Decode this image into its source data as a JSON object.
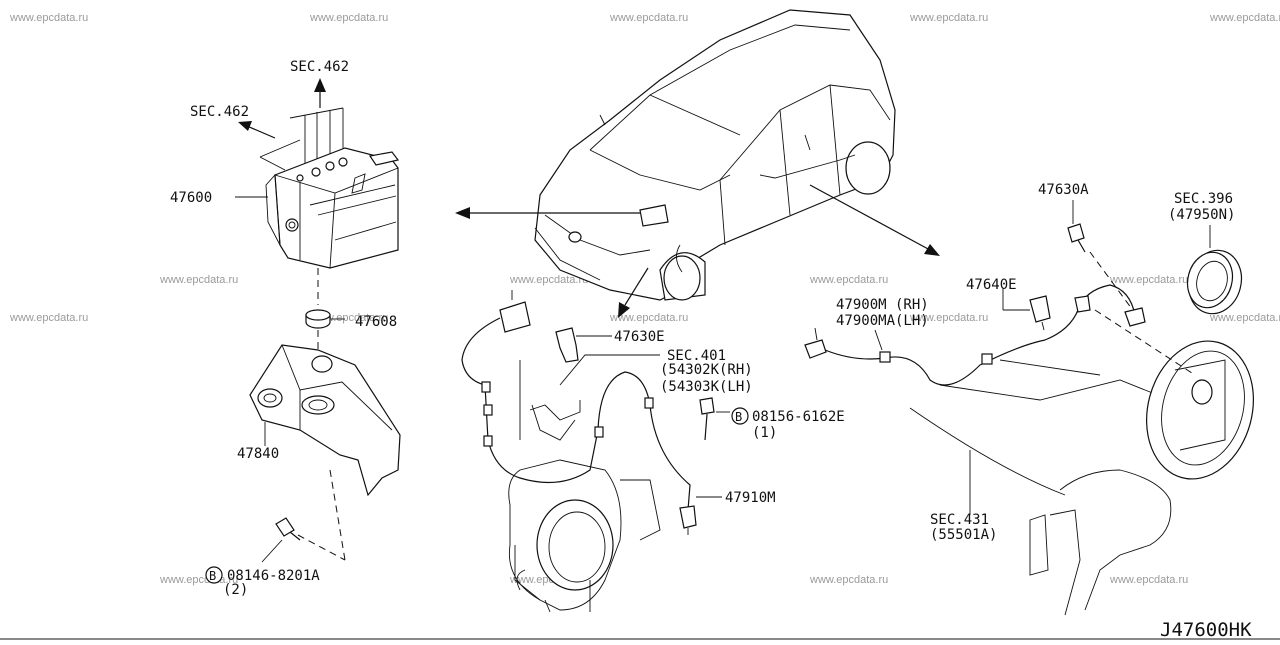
{
  "watermark": "www.epcdata.ru",
  "diagram_code": "J47600HK",
  "labels": {
    "sec462_top": "SEC.462",
    "sec462_left": "SEC.462",
    "p47600": "47600",
    "p47608": "47608",
    "p47840": "47840",
    "bolt1_code": "08146-8201A",
    "bolt1_qty": "(2)",
    "bolt_marker": "B",
    "p47630e": "47630E",
    "sec401": "SEC.401",
    "p54302k": "(54302K(RH)",
    "p54303k": "(54303K(LH)",
    "bolt2_code": "08156-6162E",
    "bolt2_qty": "(1)",
    "p47910m": "47910M",
    "p47630a": "47630A",
    "sec396": "SEC.396",
    "p47950n": "(47950N)",
    "p47640e": "47640E",
    "p47900m": "47900M (RH)",
    "p47900ma": "47900MA(LH)",
    "sec431": "SEC.431",
    "p55501a": "(55501A)"
  }
}
